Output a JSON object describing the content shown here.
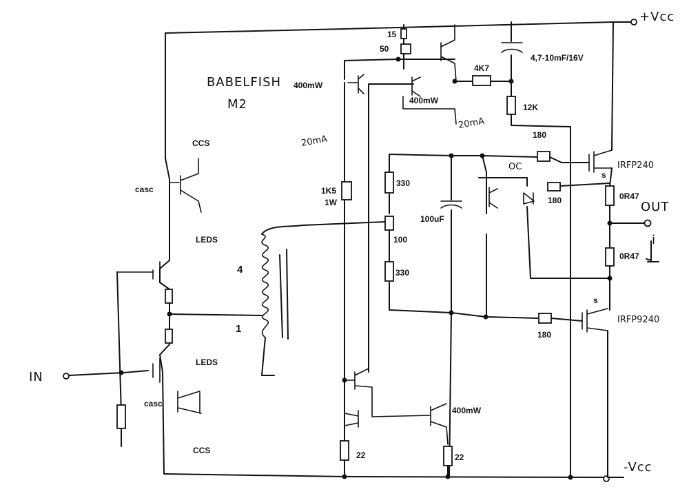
{
  "title": "BABELFISH",
  "subtitle": "M2",
  "rails": {
    "pos": "+Vcc",
    "neg": "-Vcc"
  },
  "io": {
    "input": "IN",
    "output": "OUT"
  },
  "labels": {
    "ccs_top": "CCS",
    "ccs_bottom": "CCS",
    "casc_top": "casc",
    "casc_bottom": "casc",
    "leds_top": "LEDS",
    "leds_bottom": "LEDS",
    "transformer_top": "4",
    "transformer_bottom": "1",
    "r_15": "15",
    "r_50": "50",
    "r_4k7": "4K7",
    "cap_top": "4,7-10mF/16V",
    "r_12k": "12K",
    "p_400mw_a": "400mW",
    "p_400mw_b": "400mW",
    "p_400mw_c": "400mW",
    "current_a": "20mA",
    "current_b": "20mA",
    "r_180_top": "180",
    "r_180_mid": "180",
    "r_180_bot": "180",
    "oc": "OC",
    "fet_top": "IRFP240",
    "fet_bottom": "IRFP9240",
    "s_top": "s",
    "s_bottom": "s",
    "r_0r47_a": "0R47",
    "r_0r47_b": "0R47",
    "r_1k5": "1K5",
    "r_1w": "1W",
    "r_330_a": "330",
    "r_100": "100",
    "r_330_b": "330",
    "cap_100uf": "100uF",
    "r_22_a": "22",
    "r_22_b": "22",
    "out_current": "i"
  }
}
